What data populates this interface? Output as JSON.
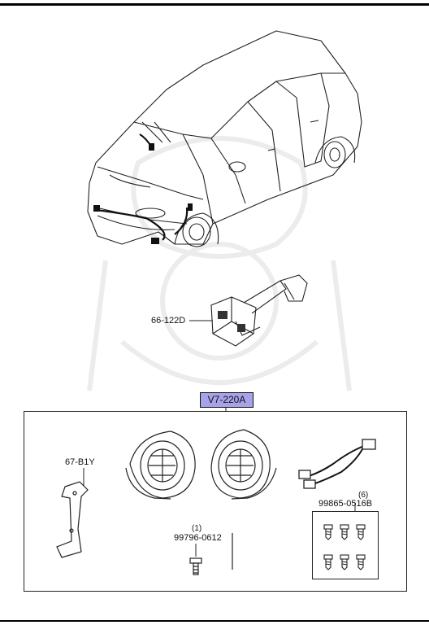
{
  "parts": {
    "switch_label": "66-122D",
    "kit_label": "V7-220A",
    "bracket_label": "67-B1Y",
    "bolt_qty": "(1)",
    "bolt_label": "99796-0612",
    "screw_qty": "(6)",
    "screw_label": "99865-0516B"
  },
  "colors": {
    "kit_highlight": "#a8a2ea",
    "line": "#222222"
  }
}
